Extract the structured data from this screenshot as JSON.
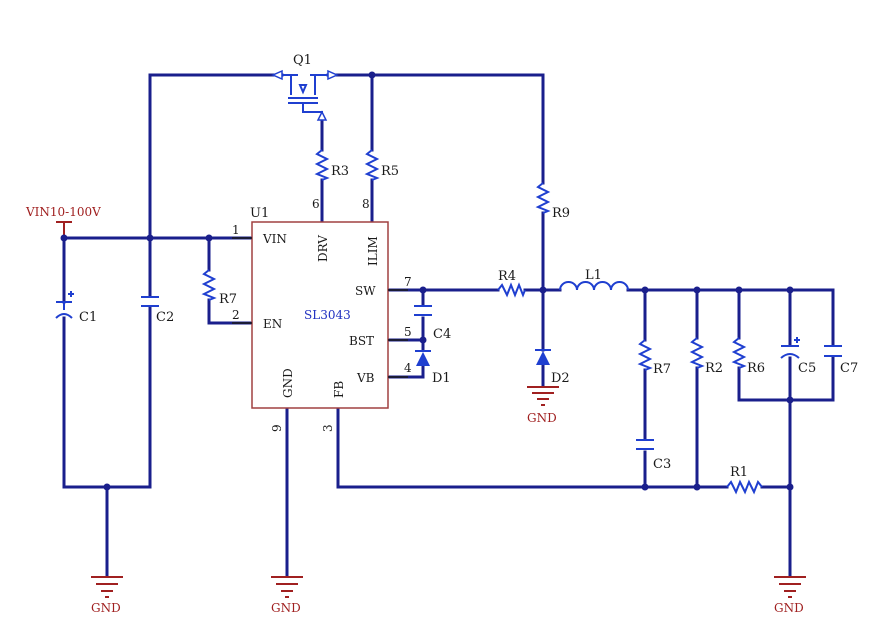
{
  "chip": {
    "ref": "U1",
    "part": "SL3043",
    "pins": {
      "vin": {
        "num": "1",
        "name": "VIN"
      },
      "en": {
        "num": "2",
        "name": "EN"
      },
      "fb": {
        "num": "3",
        "name": "FB"
      },
      "vb": {
        "num": "4",
        "name": "VB"
      },
      "bst": {
        "num": "5",
        "name": "BST"
      },
      "drv": {
        "num": "6",
        "name": "DRV"
      },
      "sw": {
        "num": "7",
        "name": "SW"
      },
      "ilim": {
        "num": "8",
        "name": "ILIM"
      },
      "gnd": {
        "num": "9",
        "name": "GND"
      }
    }
  },
  "components": {
    "q1": "Q1",
    "c1": "C1",
    "c2": "C2",
    "r7_left": "R7",
    "r3": "R3",
    "r5": "R5",
    "r9": "R9",
    "r4": "R4",
    "c4": "C4",
    "d1": "D1",
    "d2": "D2",
    "l1": "L1",
    "r7_right": "R7",
    "r2": "R2",
    "r6": "R6",
    "c5": "C5",
    "c7": "C7",
    "c3": "C3",
    "r1": "R1"
  },
  "nets": {
    "vin": "VIN10-100V",
    "gnd_left": "GND",
    "gnd_chip": "GND",
    "gnd_d2": "GND",
    "gnd_right": "GND"
  },
  "colors": {
    "wire": "#1a1f8c",
    "component": "#1f3fd0",
    "chip_border": "#a04040",
    "power_label": "#a02020"
  }
}
